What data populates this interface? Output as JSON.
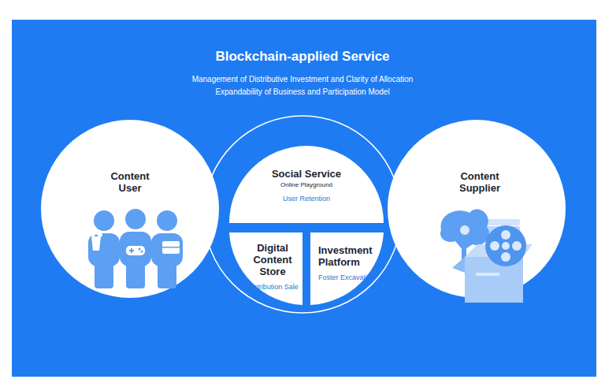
{
  "diagram": {
    "title": "Blockchain-applied Service",
    "nodes": [
      {
        "text": [
          "Content User"
        ]
      },
      {
        "text": [
          "Social Service",
          "Online Playground",
          "User Retention"
        ]
      },
      {
        "text": [
          "Digital Content Store",
          "Distribution Sale"
        ]
      },
      {
        "text": [
          "Investment Platform",
          "Foster Excavation"
        ]
      },
      {
        "text": [
          "Content Supplier"
        ]
      }
    ],
    "labels": [
      "Management of Distributive Investment and Clarity of Allocation",
      "Expandability of Business and Participation Model"
    ]
  }
}
